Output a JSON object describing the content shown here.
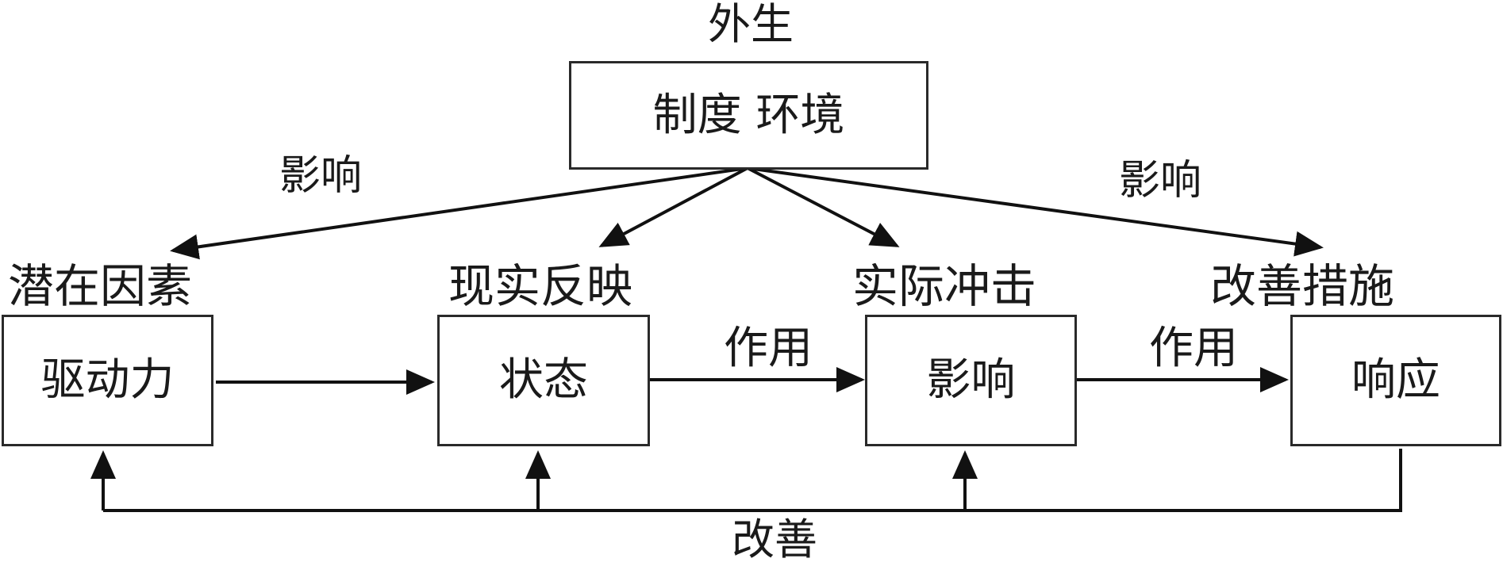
{
  "diagram": {
    "top_label": "外生",
    "top_box": "制度 环境",
    "influence_left": "影响",
    "influence_right": "影响",
    "nodes": [
      {
        "id": "driver",
        "header": "潜在因素",
        "label": "驱动力"
      },
      {
        "id": "state",
        "header": "现实反映",
        "label": "状态"
      },
      {
        "id": "impact",
        "header": "实际冲击",
        "label": "影响"
      },
      {
        "id": "response",
        "header": "改善措施",
        "label": "响应"
      }
    ],
    "edge_labels": {
      "state_to_impact": "作用",
      "impact_to_response": "作用"
    },
    "feedback_label": "改善",
    "colors": {
      "line": "#111111",
      "box_border": "#2a2a2a",
      "text": "#1a1a1a"
    }
  }
}
